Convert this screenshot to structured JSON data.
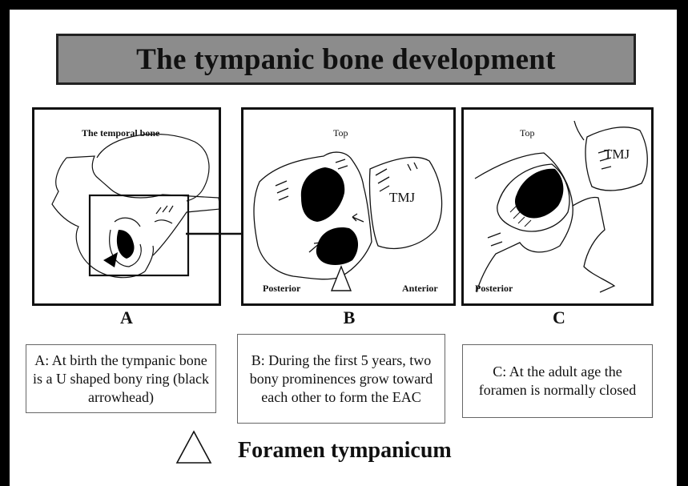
{
  "title": "The tympanic bone development",
  "panels": {
    "a": {
      "label_temporal": "The temporal bone",
      "letter": "A",
      "caption": "A: At birth the tympanic bone is a U shaped bony ring (black arrowhead)"
    },
    "b": {
      "label_top": "Top",
      "label_tmj": "TMJ",
      "label_posterior": "Posterior",
      "label_anterior": "Anterior",
      "letter": "B",
      "caption": "B: During the first 5 years, two bony prominences grow toward each other to form the EAC"
    },
    "c": {
      "label_top": "Top",
      "label_tmj": "TMJ",
      "label_posterior": "Posterior",
      "letter": "C",
      "caption": "C: At the adult age the foramen is normally closed"
    }
  },
  "legend": {
    "symbol": "triangle-outline-icon",
    "label": "Foramen tympanicum"
  },
  "colors": {
    "background_frame": "#000000",
    "slide": "#ffffff",
    "title_bar": "#8c8c8c",
    "bone_fill": "#000000"
  }
}
